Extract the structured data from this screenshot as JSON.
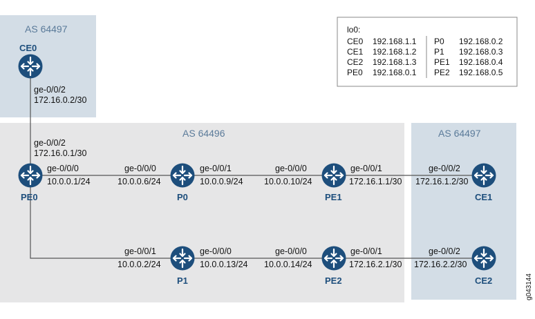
{
  "areas": {
    "as_top_left": "AS 64497",
    "as_middle": "AS 64496",
    "as_right": "AS 64497"
  },
  "routers": {
    "CE0": "CE0",
    "PE0": "PE0",
    "P0": "P0",
    "PE1": "PE1",
    "CE1": "CE1",
    "P1": "P1",
    "PE2": "PE2",
    "CE2": "CE2"
  },
  "links": {
    "ce0_pe0": {
      "ce0_if": "ge-0/0/2",
      "ce0_ip": "172.16.0.2/30",
      "pe0_if": "ge-0/0/2",
      "pe0_ip": "172.16.0.1/30"
    },
    "pe0_p0": {
      "pe0_if": "ge-0/0/0",
      "pe0_ip": "10.0.0.1/24",
      "p0_if": "ge-0/0/0",
      "p0_ip": "10.0.0.6/24"
    },
    "p0_pe1": {
      "p0_if": "ge-0/0/1",
      "p0_ip": "10.0.0.9/24",
      "pe1_if": "ge-0/0/0",
      "pe1_ip": "10.0.0.10/24"
    },
    "pe1_ce1": {
      "pe1_if": "ge-0/0/1",
      "pe1_ip": "172.16.1.1/30",
      "ce1_if": "ge-0/0/2",
      "ce1_ip": "172.16.1.2/30"
    },
    "pe0_p1": {
      "p1_if": "ge-0/0/1",
      "p1_ip": "10.0.0.2/24"
    },
    "p1_pe2": {
      "p1_if": "ge-0/0/0",
      "p1_ip": "10.0.0.13/24",
      "pe2_if": "ge-0/0/0",
      "pe2_ip": "10.0.0.14/24"
    },
    "pe2_ce2": {
      "pe2_if": "ge-0/0/1",
      "pe2_ip": "172.16.2.1/30",
      "ce2_if": "ge-0/0/2",
      "ce2_ip": "172.16.2.2/30"
    }
  },
  "legend": {
    "title": "lo0:",
    "left": [
      {
        "name": "CE0",
        "ip": "192.168.1.1"
      },
      {
        "name": "CE1",
        "ip": "192.168.1.2"
      },
      {
        "name": "CE2",
        "ip": "192.168.1.3"
      },
      {
        "name": "PE0",
        "ip": "192.168.0.1"
      }
    ],
    "right": [
      {
        "name": "P0",
        "ip": "192.168.0.2"
      },
      {
        "name": "P1",
        "ip": "192.168.0.3"
      },
      {
        "name": "PE1",
        "ip": "192.168.0.4"
      },
      {
        "name": "PE2",
        "ip": "192.168.0.5"
      }
    ]
  },
  "figure_id": "g043144",
  "colors": {
    "area_blue": "#d3dde6",
    "area_gray": "#e6e6e7",
    "router": "#1d4e7c",
    "as_label": "#5a7a99"
  }
}
